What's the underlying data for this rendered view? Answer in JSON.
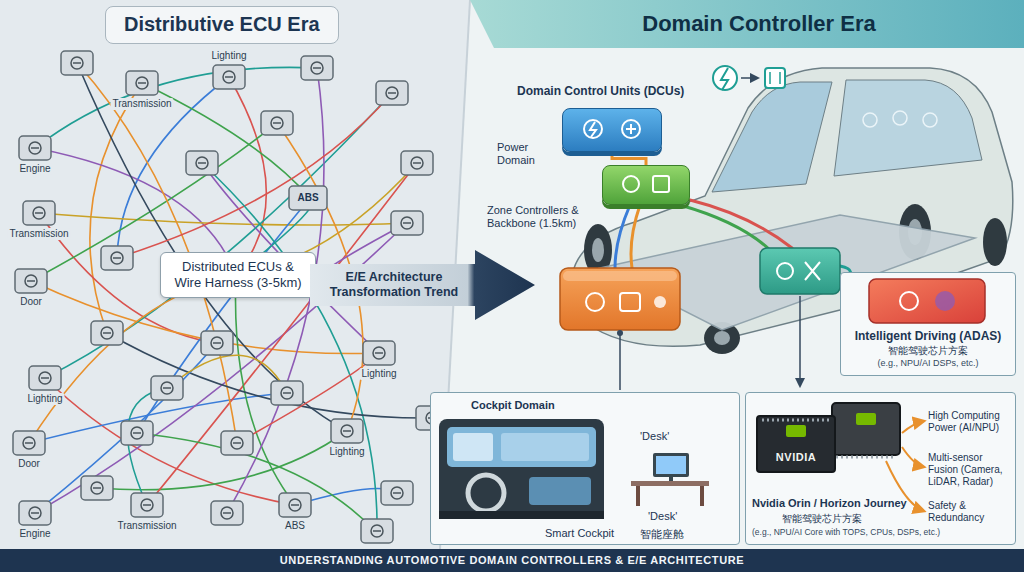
{
  "diagram": {
    "caption": "UNDERSTANDING AUTOMOTIVE DOMAIN CONTROLLERS & E/E ARCHITECTURE",
    "nodes": [
      {
        "text": [
          "Distributive ECU Era"
        ]
      },
      {
        "text": [
          "Domain Controller Era"
        ]
      },
      {
        "text": [
          "Lighting"
        ]
      },
      {
        "text": [
          "Transmission"
        ]
      },
      {
        "text": [
          "Engine"
        ]
      },
      {
        "text": [
          "ABS"
        ]
      },
      {
        "text": [
          "Transmission"
        ]
      },
      {
        "text": [
          "Distributed ECUs & Wire Harness (3-5km)"
        ]
      },
      {
        "text": [
          "E/E Architecture Transformation Trend"
        ]
      },
      {
        "text": [
          "Door"
        ]
      },
      {
        "text": [
          "Lighting"
        ]
      },
      {
        "text": [
          "Lighting"
        ]
      },
      {
        "text": [
          "Lighting"
        ]
      },
      {
        "text": [
          "Door"
        ]
      },
      {
        "text": [
          "Engine"
        ]
      },
      {
        "text": [
          "Transmission"
        ]
      },
      {
        "text": [
          "ABS"
        ]
      },
      {
        "text": [
          "Power Domain"
        ]
      },
      {
        "text": [
          "Zone Controllers & Backbone (1.5km)"
        ]
      },
      {
        "text": [
          "Intelligent Driving (ADAS)",
          "智能驾驶芯片方案",
          "(e.g., NPU/AI DSPs, etc.)"
        ]
      },
      {
        "text": [
          "Cockpit Domain"
        ]
      },
      {
        "text": [
          "Nvidia Orin / Horizon Journey",
          "智能驾驶芯片方案",
          "(e.g., NPU/AI Core with TOPS, CPUs, DSPs, etc.)"
        ]
      },
      {
        "text": [
          "NVIDIA"
        ],
        "in": 21
      }
    ],
    "edges": [
      {
        "from": 17,
        "to": 18,
        "arrow": "none"
      }
    ],
    "labels": [
      "Domain Control Units (DCUs)",
      "'Desk'",
      "'Desk'",
      "Smart Cockpit",
      "智能座舱",
      "High Computing Power (AI/NPU)",
      "Multi-sensor Fusion (Camera, LiDAR, Radar)",
      "Safety & Redundancy"
    ]
  }
}
